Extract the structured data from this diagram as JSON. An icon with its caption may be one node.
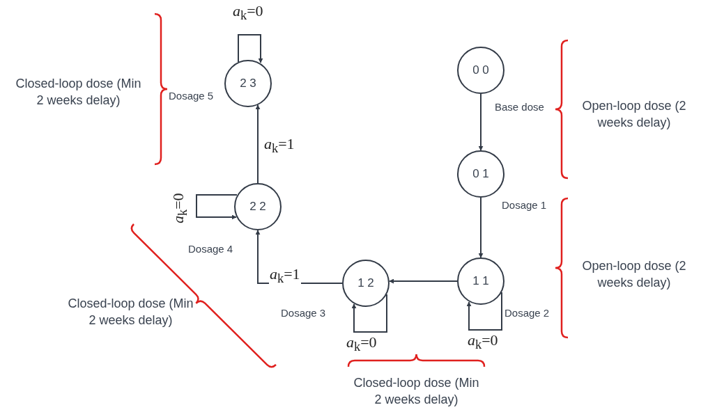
{
  "diagram": {
    "nodes": [
      {
        "text": [
          "0 0"
        ],
        "beside": [
          "Base dose"
        ]
      },
      {
        "text": [
          "0 1"
        ],
        "beside": [
          "Dosage 1"
        ]
      },
      {
        "text": [
          "1 1"
        ],
        "beside": [
          "Dosage 2"
        ]
      },
      {
        "text": [
          "1 2"
        ],
        "beside": [
          "Dosage 3"
        ]
      },
      {
        "text": [
          "2 2"
        ],
        "beside": [
          "Dosage 4"
        ]
      },
      {
        "text": [
          "2 3"
        ],
        "beside": [
          "Dosage 5"
        ]
      }
    ],
    "edges": [
      {
        "from": 0,
        "to": 1,
        "arrow": "to"
      },
      {
        "from": 1,
        "to": 2,
        "arrow": "to"
      },
      {
        "from": 2,
        "to": 3,
        "arrow": "to"
      },
      {
        "from": 3,
        "to": 4,
        "arrow": "to",
        "label": "*a*$_{k}$=1"
      },
      {
        "from": 4,
        "to": 5,
        "arrow": "to",
        "label": "*a*$_{k}$=1"
      },
      {
        "from": 5,
        "to": 5,
        "arrow": "to",
        "label": "*a*$_{k}$=0"
      },
      {
        "from": 4,
        "to": 4,
        "arrow": "to",
        "label": "*a*$_{k}$=0"
      },
      {
        "from": 3,
        "to": 3,
        "arrow": "to",
        "label": "*a*$_{k}$=0"
      },
      {
        "from": 2,
        "to": 2,
        "arrow": "to",
        "label": "*a*$_{k}$=0"
      }
    ],
    "labels": [
      "Closed-loop dose (Min 2 weeks delay)",
      "Open-loop dose (2 weeks delay)",
      "Open-loop dose (2 weeks delay)",
      "Closed-loop dose (Min 2 weeks delay)",
      "Closed-loop dose (Min 2 weeks delay)"
    ]
  }
}
